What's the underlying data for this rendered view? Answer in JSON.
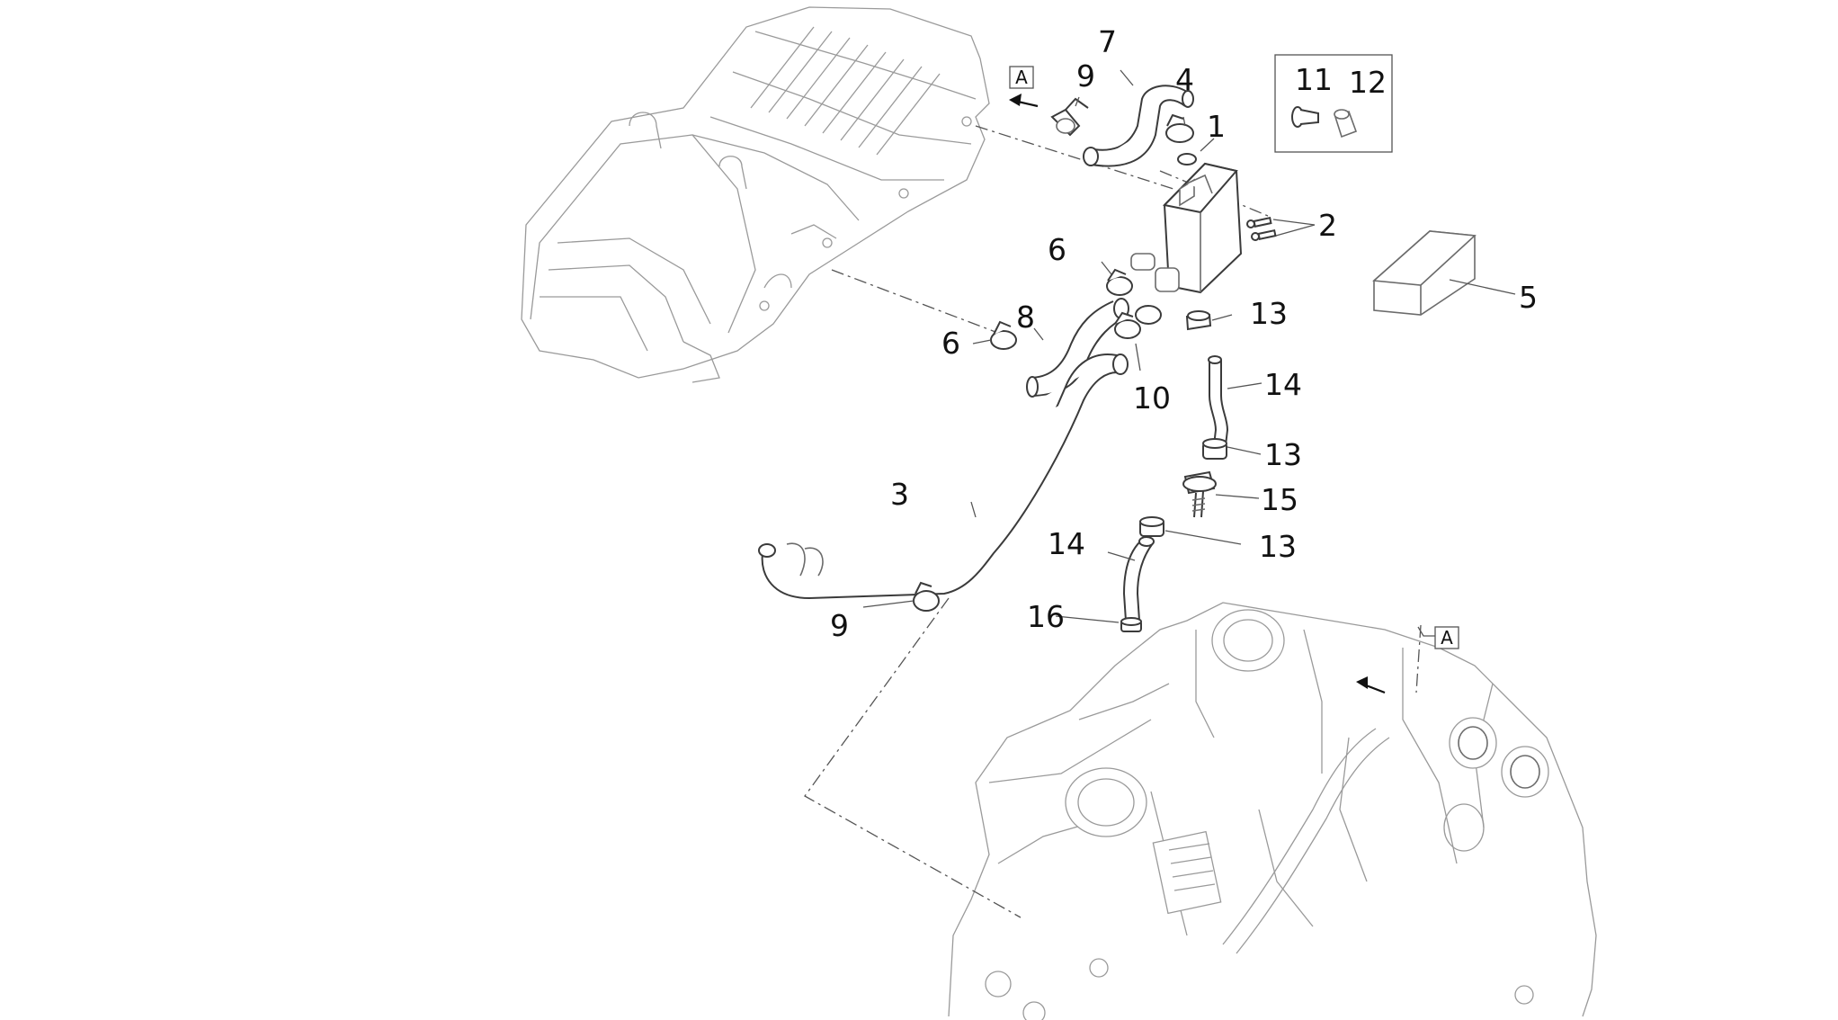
{
  "callouts": {
    "c1": "1",
    "c2": "2",
    "c3": "3",
    "c4": "4",
    "c5": "5",
    "c6a": "6",
    "c6b": "6",
    "c7": "7",
    "c8": "8",
    "c9a": "9",
    "c9b": "9",
    "c10": "10",
    "c11": "11",
    "c12": "12",
    "c13a": "13",
    "c13b": "13",
    "c13c": "13",
    "c14a": "14",
    "c14b": "14",
    "c15": "15",
    "c16": "16"
  },
  "reference_markers": {
    "top": "A",
    "bottom": "A"
  },
  "colors": {
    "line": "#555555",
    "ink": "#111111",
    "faint": "#9a9a9a"
  }
}
